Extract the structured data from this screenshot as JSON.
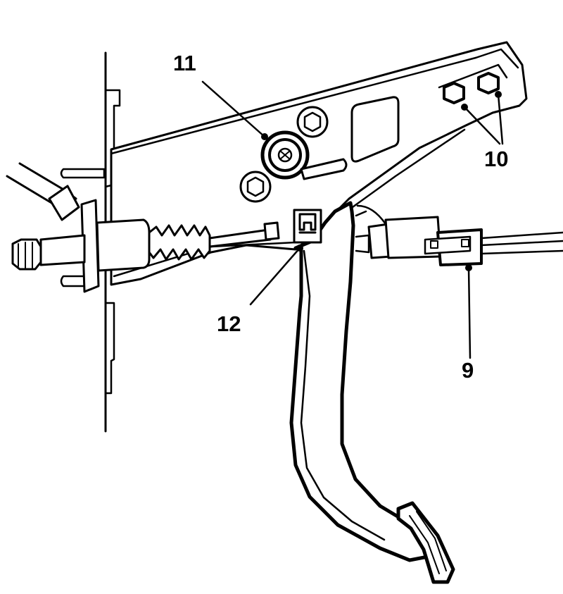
{
  "figure": {
    "callouts": [
      {
        "id": "9",
        "label": "9"
      },
      {
        "id": "10",
        "label": "10"
      },
      {
        "id": "11",
        "label": "11"
      },
      {
        "id": "12",
        "label": "12"
      }
    ]
  },
  "colors": {
    "ink": "#000000",
    "paper": "#ffffff"
  }
}
